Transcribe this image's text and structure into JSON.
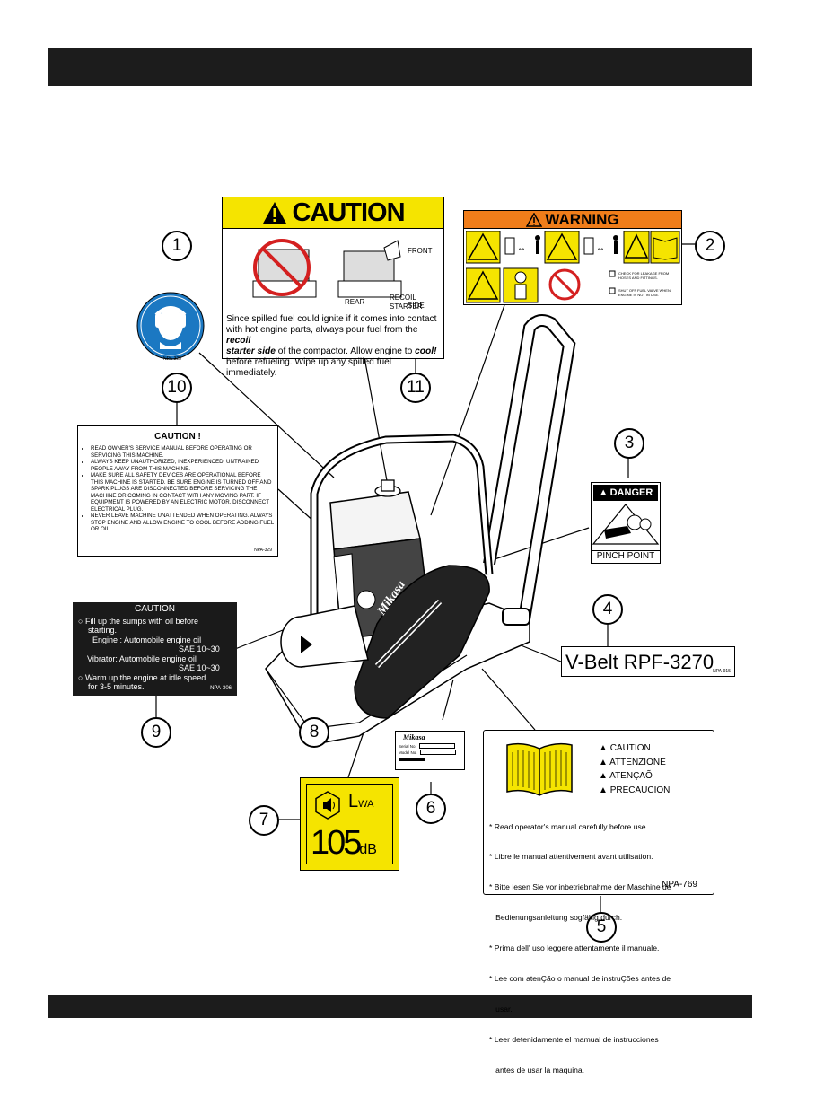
{
  "callouts": [
    "1",
    "2",
    "3",
    "4",
    "5",
    "6",
    "7",
    "8",
    "9",
    "10",
    "11"
  ],
  "caution_decal": {
    "header": "CAUTION",
    "label_front": "FRONT",
    "label_rear": "REAR",
    "label_recoil": "RECOIL STARTER",
    "label_side": "SIDE",
    "text_1": "Since spilled fuel could ignite if it comes into contact",
    "text_2": "with hot engine parts, always pour fuel from the",
    "text_2_em": "recoil",
    "text_3_em": "starter side",
    "text_3": "of the compactor. Allow engine to",
    "text_3_em2": "cool!",
    "text_4": "before refueling. Wipe up any spilled fuel immediately."
  },
  "warning_decal": {
    "header": "WARNING",
    "check_1": "CHECK FOR LEAKAGE FROM HOSES AND FITTINGS.",
    "check_2": "SHUT OFF FUEL VALVE WHEN ENGINE IS NOT IN USE."
  },
  "ear_decal": {
    "code": "NPA-325"
  },
  "caution_list": {
    "title": "CAUTION !",
    "items": [
      "READ OWNER'S SERVICE MANUAL BEFORE OPERATING OR SERVICING THIS MACHINE.",
      "ALWAYS KEEP UNAUTHORIZED, INEXPERIENCED, UNTRAINED PEOPLE AWAY FROM THIS MACHINE.",
      "MAKE SURE ALL SAFETY DEVICES ARE OPERATIONAL BEFORE THIS MACHINE IS STARTED. BE SURE ENGINE IS TURNED OFF AND SPARK PLUGS ARE DISCONNECTED BEFORE SERVICING THE MACHINE OR COMING IN CONTACT WITH ANY MOVING PART. IF EQUIPMENT IS POWERED BY AN ELECTRIC MOTOR, DISCONNECT ELECTRICAL PLUG.",
      "NEVER LEAVE MACHINE UNATTENDED WHEN OPERATING. ALWAYS STOP ENGINE AND ALLOW ENGINE TO COOL BEFORE ADDING FUEL OR OIL."
    ],
    "code": "NPA-329"
  },
  "danger_decal": {
    "header": "DANGER",
    "footer": "PINCH POINT"
  },
  "vbelt_decal": {
    "text": "V-Belt RPF-3270",
    "code": "NPA-915"
  },
  "oil_decal": {
    "title": "CAUTION",
    "line_1": "Fill up the sumps with oil before",
    "line_2": "starting.",
    "line_3": "Engine  :  Automobile engine oil",
    "line_4": "SAE    10~30",
    "line_5": "Vibrator:  Automobile engine oil",
    "line_6": "SAE    10~30",
    "line_7": "Warm up the engine at idle speed",
    "line_8": "for 3-5 minutes.",
    "code": "NPA-306"
  },
  "serial_plate": {
    "brand": "Mikasa",
    "serial_label": "Serial No.",
    "model_label": "Model No."
  },
  "noise_decal": {
    "lwa_main": "L",
    "lwa_sub": "WA",
    "value": "105",
    "unit": "dB"
  },
  "manual_decal": {
    "warnings": [
      "CAUTION",
      "ATTENZIONE",
      "ATENÇAÕ",
      "PRECAUCION"
    ],
    "lines": [
      "* Read operator's manual carefully before use.",
      "* Libre le manual attentivement avant utilisation.",
      "* Bitte lesen Sie vor inbetriebnahme der Maschine de",
      "   Bedienungsanleitung sogfältig durch.",
      "* Prima dell' uso leggere attentamente il manuale.",
      "* Lee com atenÇão o manual de instruÇões antes de",
      "   usar.",
      "* Leer detenidamente el mamual de instrucciones",
      "   antes de usar la maquina."
    ],
    "code": "NPA-769"
  },
  "machine": {
    "brand": "Mikasa"
  },
  "colors": {
    "yellow": "#f5e400",
    "orange": "#f07d1a",
    "blue": "#1b78c2",
    "bar": "#1c1c1c"
  }
}
